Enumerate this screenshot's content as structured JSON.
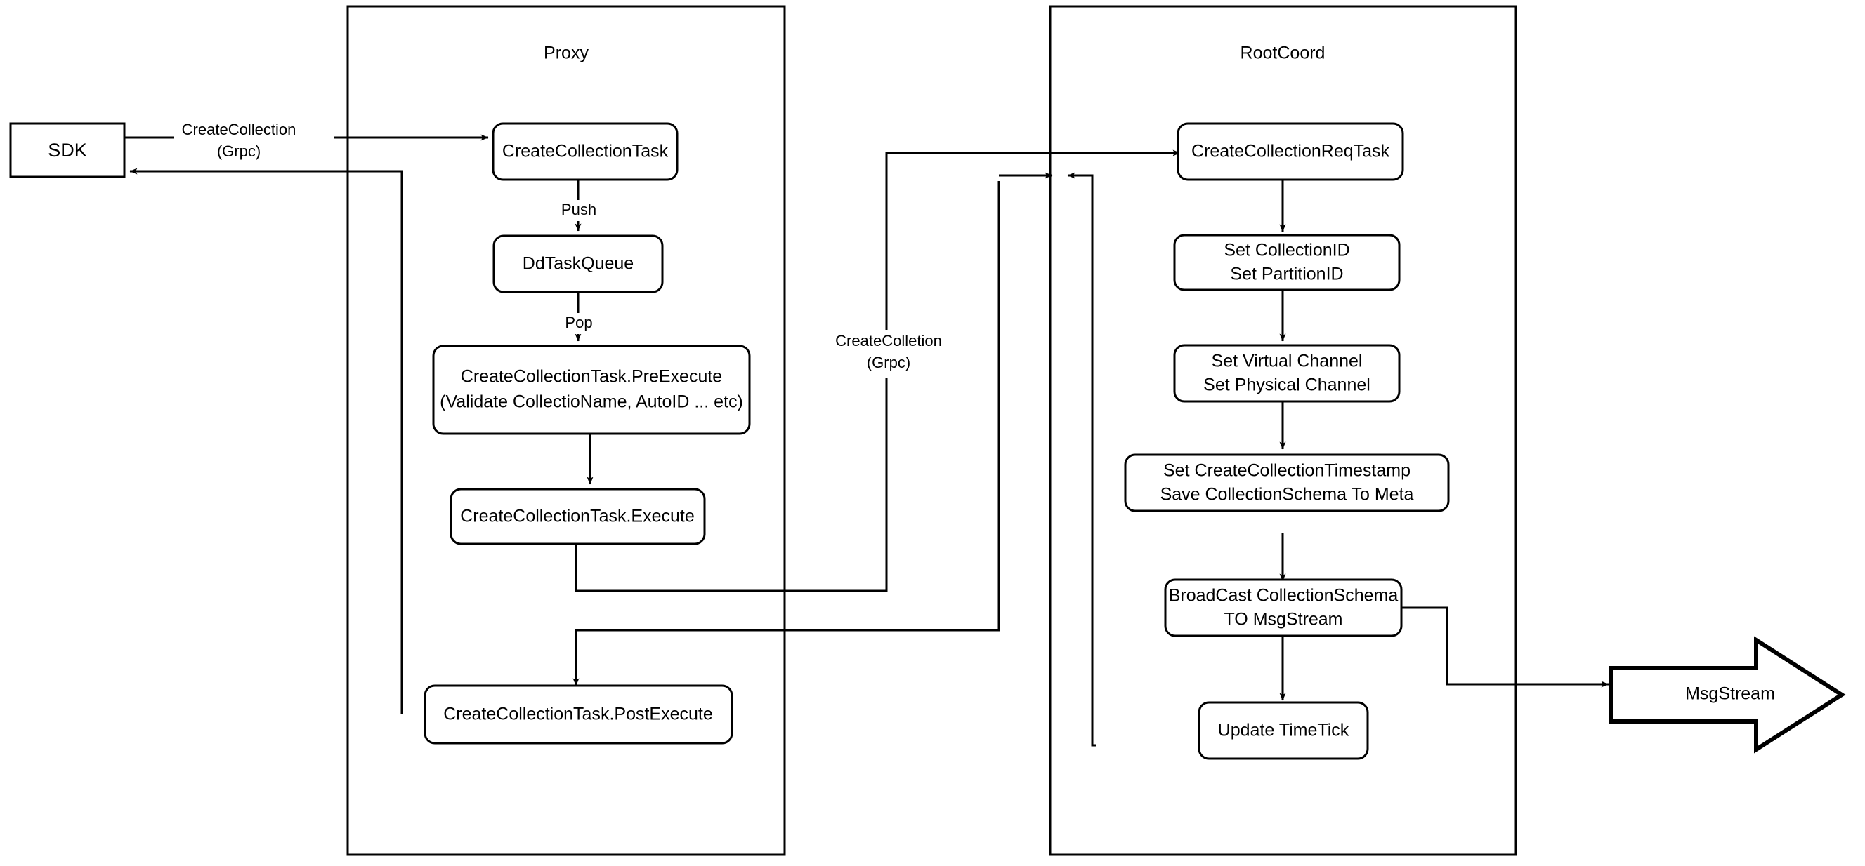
{
  "diagram": {
    "title_hidden": "",
    "containers": [
      {
        "id": "proxy",
        "label": "Proxy"
      },
      {
        "id": "rootcoord",
        "label": "RootCoord"
      }
    ],
    "external_nodes": [
      {
        "id": "sdk",
        "label": "SDK",
        "shape": "rect"
      },
      {
        "id": "msgstream",
        "label": "MsgStream",
        "shape": "block-arrow"
      }
    ],
    "proxy_nodes": [
      {
        "id": "create-collection-task",
        "label": "CreateCollectionTask"
      },
      {
        "id": "dd-task-queue",
        "label": "DdTaskQueue"
      },
      {
        "id": "pre-execute",
        "line1": "CreateCollectionTask.PreExecute",
        "line2": "(Validate CollectioName, AutoID ... etc)"
      },
      {
        "id": "execute",
        "label": "CreateCollectionTask.Execute"
      },
      {
        "id": "post-execute",
        "label": "CreateCollectionTask.PostExecute"
      }
    ],
    "rootcoord_nodes": [
      {
        "id": "create-collection-req-task",
        "label": "CreateCollectionReqTask"
      },
      {
        "id": "set-ids",
        "line1": "Set CollectionID",
        "line2": "Set PartitionID"
      },
      {
        "id": "set-channels",
        "line1": "Set Virtual Channel",
        "line2": "Set Physical Channel"
      },
      {
        "id": "set-timestamp",
        "line1": "Set CreateCollectionTimestamp",
        "line2": "Save CollectionSchema To Meta"
      },
      {
        "id": "broadcast",
        "line1": "BroadCast CollectionSchema",
        "line2": "TO MsgStream"
      },
      {
        "id": "update-timetick",
        "label": "Update TimeTick"
      }
    ],
    "edge_labels": [
      {
        "id": "sdk-to-proxy",
        "line1": "CreateCollection",
        "line2": "(Grpc)"
      },
      {
        "id": "push",
        "line1": "Push",
        "line2": ""
      },
      {
        "id": "pop",
        "line1": "Pop",
        "line2": ""
      },
      {
        "id": "proxy-to-rootcoord",
        "line1": "CreateColletion",
        "line2": "(Grpc)"
      }
    ],
    "colors": {
      "stroke": "#000000",
      "fill": "#ffffff",
      "text": "#000000"
    }
  }
}
